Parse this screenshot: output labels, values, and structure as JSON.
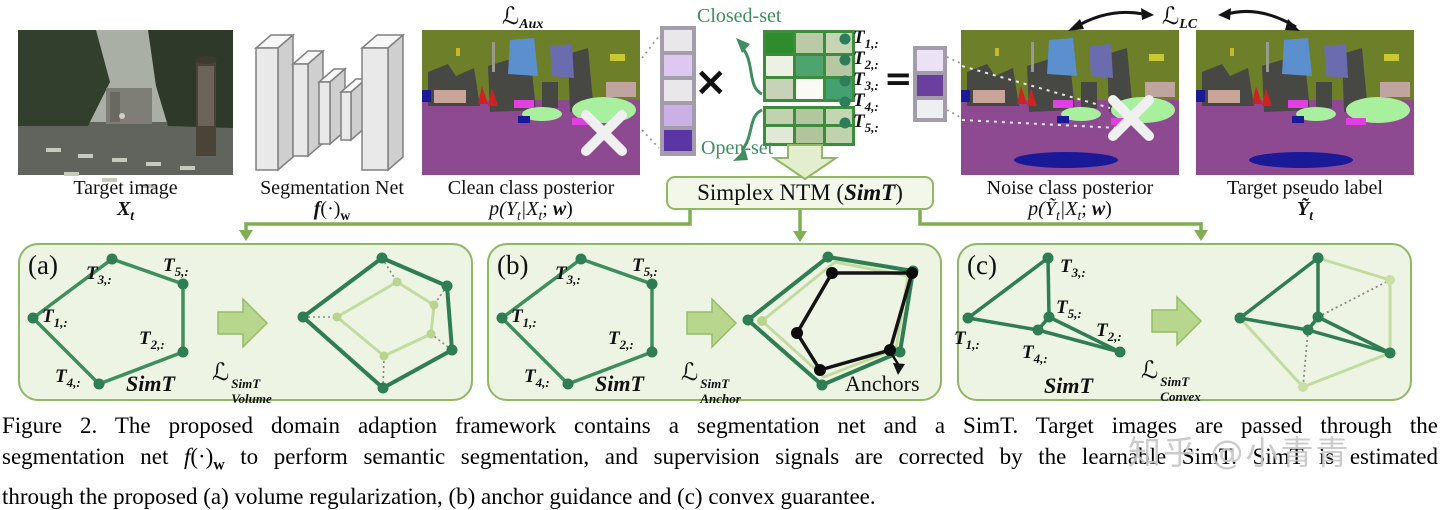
{
  "colors": {
    "deep_green": "#3e8e5e",
    "accent_green": "#7fae53",
    "panel_fill": "#edf4e3",
    "panel_border": "#8fb765",
    "matrix_green": "#3c8c3c",
    "light_green": "#c4db9f",
    "arrow_fill": "#b9d68e",
    "road_purple": "#8d4a90",
    "olive": "#6e7f2a",
    "purple_dark": "#5f38a8",
    "watermark_gray": "#c6c6c6"
  },
  "top": {
    "target": {
      "caption": "Target image",
      "sym": "X",
      "sym_sub": "t"
    },
    "segnet": {
      "caption": "Segmentation Net",
      "fi": "f",
      "fp": "(·)",
      "fs": "w"
    },
    "clean": {
      "caption": "Clean class posterior",
      "m1": "p(Y",
      "m1s": "t",
      "m2": "|X",
      "m2s": "t",
      "m3": ";",
      "m4": "w",
      "m5": ")"
    },
    "noise": {
      "caption": "Noise class posterior",
      "m1": "p(Ỹ",
      "m1s": "t",
      "m2": "|X",
      "m2s": "t",
      "m3": ";",
      "m4": "w",
      "m5": ")"
    },
    "pseudo": {
      "caption": "Target pseudo label",
      "sym": "Ỹ",
      "sym_sub": "t"
    },
    "loss_aux": {
      "sym": "ℒ",
      "sub": "Aux"
    },
    "loss_lc": {
      "sym": "ℒ",
      "sub": "LC"
    },
    "closed_set": "Closed-set",
    "open_set": "Open-set",
    "times": "×",
    "equals": "=",
    "t_rows": [
      {
        "base": "T",
        "sub": "1,:"
      },
      {
        "base": "T",
        "sub": "2,:"
      },
      {
        "base": "T",
        "sub": "3,:"
      },
      {
        "base": "T",
        "sub": "4,:"
      },
      {
        "base": "T",
        "sub": "5,:"
      }
    ],
    "simt_box": {
      "pre": "Simplex NTM (",
      "bold": "SimT",
      "post": ")"
    }
  },
  "panels": [
    {
      "letter": "(a)",
      "simt": "SimT",
      "loss": {
        "sym": "ℒ",
        "sup": "SimT",
        "sub": "Volume"
      }
    },
    {
      "letter": "(b)",
      "simt": "SimT",
      "loss": {
        "sym": "ℒ",
        "sup": "SimT",
        "sub": "Anchor"
      },
      "anchors": "Anchors"
    },
    {
      "letter": "(c)",
      "simt": "SimT",
      "loss": {
        "sym": "ℒ",
        "sup": "SimT",
        "sub": "Convex"
      }
    }
  ],
  "caption": {
    "line1": "Figure 2.  The proposed domain adaption framework contains a segmentation net and a SimT. Target images are passed through the",
    "line2_pre": "segmentation net ",
    "line2_fi": "f",
    "line2_fp": "(·)",
    "line2_fs": "w",
    "line2_post": " to perform semantic segmentation, and supervision signals are corrected by the learnable SimT. SimT is estimated",
    "line3": "through the proposed (a) volume regularization, (b) anchor guidance and (c) convex guarantee."
  },
  "watermark": "知乎 @小青青"
}
